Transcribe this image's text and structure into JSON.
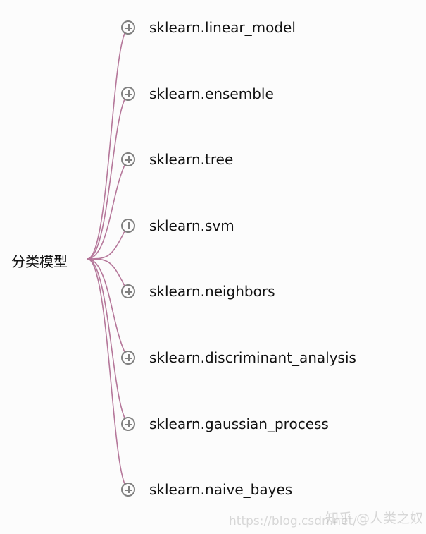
{
  "root": {
    "label": "分类模型"
  },
  "children": [
    {
      "label": "sklearn.linear_model",
      "icon": "expand-plus-icon"
    },
    {
      "label": "sklearn.ensemble",
      "icon": "expand-plus-icon"
    },
    {
      "label": "sklearn.tree",
      "icon": "expand-plus-icon"
    },
    {
      "label": "sklearn.svm",
      "icon": "expand-plus-icon"
    },
    {
      "label": "sklearn.neighbors",
      "icon": "expand-plus-icon"
    },
    {
      "label": "sklearn.discriminant_analysis",
      "icon": "expand-plus-icon"
    },
    {
      "label": "sklearn.gaussian_process",
      "icon": "expand-plus-icon"
    },
    {
      "label": "sklearn.naive_bayes",
      "icon": "expand-plus-icon"
    }
  ],
  "colors": {
    "link": "#b5779a",
    "icon": "#808080",
    "background": "#fcfcfc"
  },
  "watermark": {
    "zhihu": "知乎 @人类之奴",
    "csdn": "https://blog.csdn.net/"
  }
}
